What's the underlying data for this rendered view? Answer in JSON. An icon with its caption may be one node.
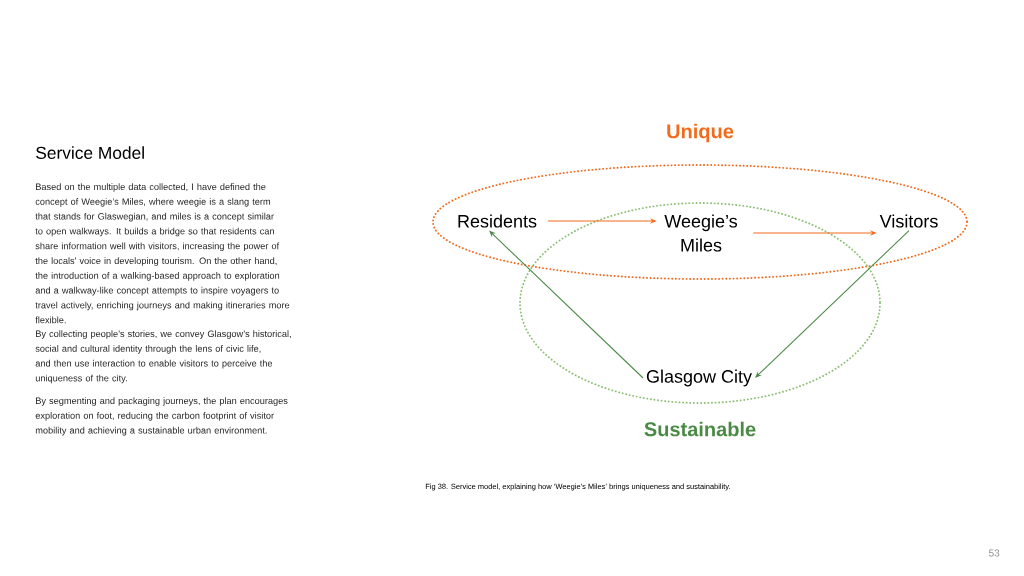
{
  "diagram": {
    "title": "Service Model",
    "nodes": [
      {
        "text": [
          "Residents"
        ]
      },
      {
        "text": [
          "Weegie’s Miles"
        ]
      },
      {
        "text": [
          "Visitors"
        ]
      },
      {
        "text": [
          "Glasgow City"
        ]
      }
    ],
    "edges": [
      {
        "from": 0,
        "to": 1,
        "arrow": "to",
        "color": "#f26b1d"
      },
      {
        "from": 1,
        "to": 2,
        "arrow": "to",
        "color": "#f26b1d"
      },
      {
        "from": 3,
        "to": 0,
        "arrow": "to",
        "color": "#4a8a45"
      },
      {
        "from": 2,
        "to": 3,
        "arrow": "to",
        "color": "#4a8a45"
      }
    ],
    "labels": [
      "Based on the multiple data collected, I have defined the concept of Weegie’s Miles, where weegie is a slang term that stands for Glaswegian, and miles is a concept similar to open walkways. It builds a bridge so that residents can share information well with visitors, increasing the power of the locals' voice in developing tourism. On the other hand, the introduction of a walking-based approach to exploration and a walkway-like concept attempts to inspire voyagers to travel actively, enriching journeys and making itineraries more flexible.",
      "By collecting people’s stories, we convey Glasgow’s historical, social and cultural identity through the lens of civic life, and then use interaction to enable visitors to perceive the uniqueness of the city.",
      "By segmenting and packaging journeys, the plan encourages exploration on foot, reducing the carbon footprint of visitor mobility and achieving a sustainable urban environment.",
      "Unique",
      "Sustainable",
      "53"
    ],
    "caption": "Fig 38. Service model, explaining how ‘Weegie’s Miles’ brings uniqueness and sustainability."
  }
}
